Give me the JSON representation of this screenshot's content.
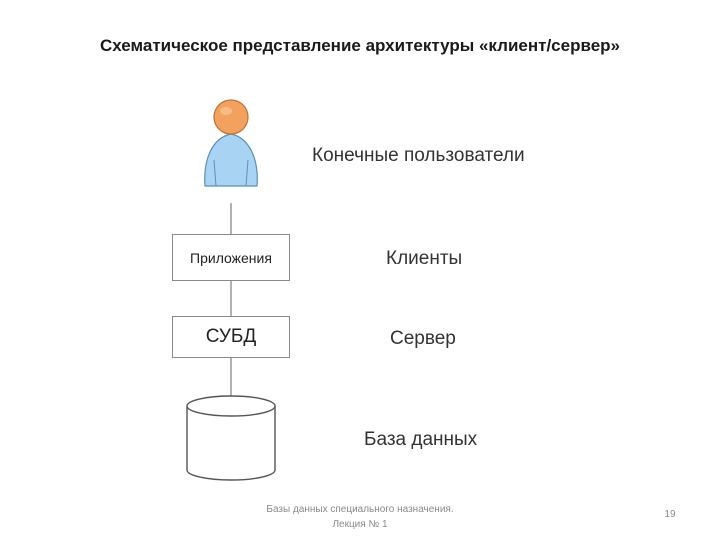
{
  "slide": {
    "title": "Схематическое представление архитектуры «клиент/сервер»",
    "nodes": {
      "applications": "Приложения",
      "dbms": "СУБД"
    },
    "labels": {
      "end_users": "Конечные пользователи",
      "clients": "Клиенты",
      "server": "Сервер",
      "database": "База данных"
    },
    "footer": {
      "line1": "Базы данных специального назначения.",
      "line2": "Лекция № 1"
    },
    "page_number": "19"
  },
  "icons": {
    "user": "user-icon",
    "database": "database-cylinder-icon"
  },
  "colors": {
    "user_head": "#f2a15f",
    "user_body": "#a9d3f2",
    "outline": "#8a8a8a",
    "text": "#333333"
  }
}
